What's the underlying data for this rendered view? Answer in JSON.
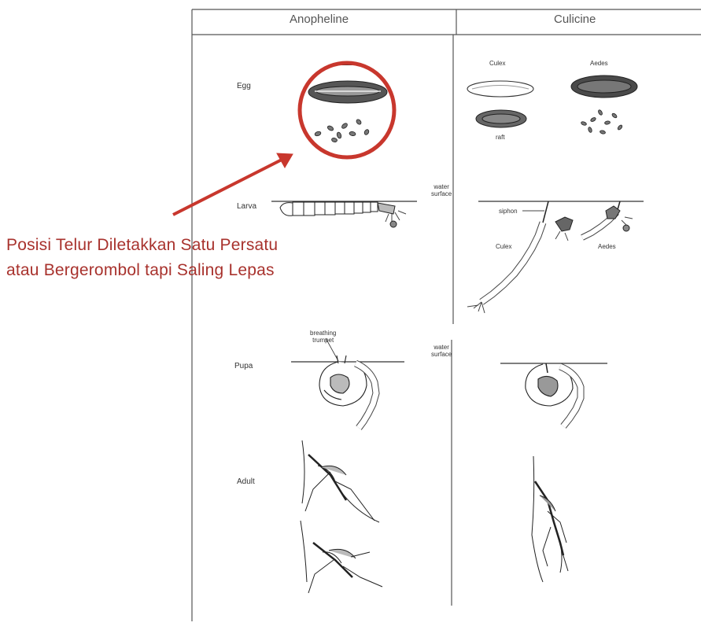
{
  "columns": {
    "left": "Anopheline",
    "right": "Culicine"
  },
  "rows": {
    "egg": "Egg",
    "larva": "Larva",
    "pupa": "Pupa",
    "adult": "Adult"
  },
  "egg_labels": {
    "culex": "Culex",
    "aedes": "Aedes",
    "raft": "raft"
  },
  "larva_labels": {
    "water_surface_1": "water",
    "water_surface_2": "surface",
    "siphon": "siphon",
    "culex": "Culex",
    "aedes": "Aedes"
  },
  "pupa_labels": {
    "trumpet_1": "breathing",
    "trumpet_2": "trumpet",
    "water_surface_1": "water",
    "water_surface_2": "surface"
  },
  "callout": {
    "line1": "Posisi Telur Diletakkan Satu Persatu",
    "line2": "atau Bergerombol tapi Saling Lepas"
  },
  "colors": {
    "callout": "#a8322d",
    "circle": "#c8372d",
    "arrow": "#c8372d",
    "ink": "#333333"
  }
}
